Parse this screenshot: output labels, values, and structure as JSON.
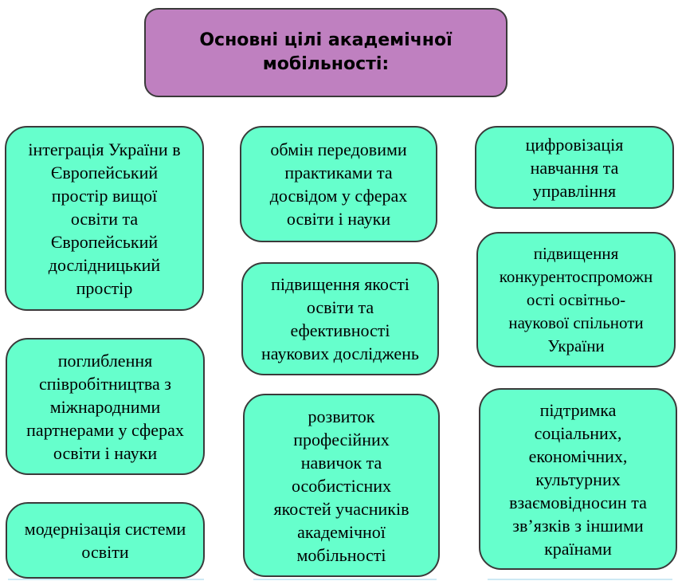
{
  "title": "Основні цілі академічної\nмобільності:",
  "goals": [
    "інтеграція України в\nЄвропейський\nпростір вищої\nосвіти та\nЄвропейський\nдослідницький\nпростір",
    "поглиблення\nспівробітництва з\nміжнародними\nпартнерами у сферах\nосвіти і науки",
    "модернізація системи\nосвіти",
    "обмін передовими\nпрактиками та\nдосвідом у сферах\nосвіти і науки",
    "підвищення якості\nосвіти та\nефективності\nнаукових досліджень",
    "розвиток\nпрофесійних\nнавичок та\nособистісних\nякостей учасників\nакадемічної\nмобільності",
    "цифровізація\nнавчання та\nуправління",
    "підвищення\nконкурентоспроможн\nості освітньо-\nнаукової спільноти\nУкраїни",
    "підтримка\nсоціальних,\nекономічних,\nкультурних\nвзаємовідносин та\nзв’язків з іншими\nкраїнами"
  ],
  "colors": {
    "title_fill": "#bf80c0",
    "goal_fill": "#66ffcc",
    "border": "#3a3a3a"
  }
}
